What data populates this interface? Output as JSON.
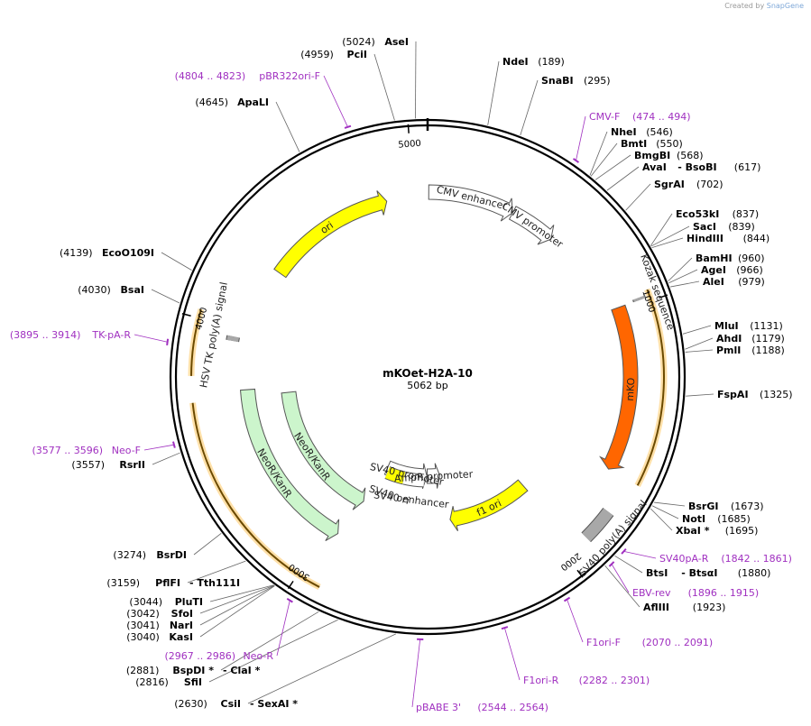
{
  "credit": {
    "prefix": "Created by",
    "brand": "SnapGene"
  },
  "map": {
    "name": "mKOet-H2A-10",
    "size": "5062 bp",
    "length": 5062,
    "ticks": [
      "1000",
      "2000",
      "3000",
      "4000",
      "5000"
    ]
  },
  "features": [
    {
      "label": "CMV enhancer",
      "from": 5,
      "to": 384,
      "dir": 1,
      "color": "#ffffff"
    },
    {
      "label": "CMV promoter",
      "from": 385,
      "to": 588,
      "dir": 1,
      "color": "#ffffff"
    },
    {
      "label": "Kozak sequence",
      "from": 976,
      "to": 985,
      "dir": 0,
      "color": "#a8a8a8"
    },
    {
      "label": "mKO",
      "from": 984,
      "to": 1645,
      "dir": 1,
      "color": "#ff6600"
    },
    {
      "label": "SV40 poly(A) signal",
      "from": 1782,
      "to": 1903,
      "dir": 0,
      "color": "#a8a8a8"
    },
    {
      "label": "f1 ori",
      "from": 1950,
      "to": 2405,
      "dir": 1,
      "color": "#ffff00"
    },
    {
      "label": "AmpR promoter",
      "from": 2432,
      "to": 2535,
      "dir": -1,
      "color": "#ffffff"
    },
    {
      "label": "SV40 promoter",
      "from": 2537,
      "to": 2866,
      "dir": -1,
      "color": "#ffffff"
    },
    {
      "label": "SV40 ori",
      "from": 2717,
      "to": 2852,
      "dir": 0,
      "color": "#ffff00"
    },
    {
      "label": "SV40 enhancer",
      "from": 2560,
      "to": 2715,
      "dir": 0,
      "color": "#ffffff"
    },
    {
      "label": "NeoR/KanR",
      "from": 2914,
      "to": 3708,
      "dir": -1,
      "color": "#ccf5cc"
    },
    {
      "label": "NeoR/KanR",
      "from": 2950,
      "to": 3740,
      "dir": -1,
      "color": "#ccf5cc"
    },
    {
      "label": "HSV TK poly(A) signal",
      "from": 3944,
      "to": 3962,
      "dir": 0,
      "color": "#a8a8a8"
    },
    {
      "label": "ori",
      "from": 4290,
      "to": 4878,
      "dir": 1,
      "color": "#ffff00"
    }
  ],
  "enzymes": [
    {
      "name": "AseI",
      "pos": "(5024)"
    },
    {
      "name": "PciI",
      "pos": "(4959)"
    },
    {
      "name": "ApaLI",
      "pos": "(4645)"
    },
    {
      "name": "EcoO109I",
      "pos": "(4139)"
    },
    {
      "name": "BsaI",
      "pos": "(4030)"
    },
    {
      "name": "RsrII",
      "pos": "(3557)"
    },
    {
      "name": "BsrDI",
      "pos": "(3274)"
    },
    {
      "name": "PflFI",
      "name2": "Tth111I",
      "pos": "(3159)"
    },
    {
      "name": "PluTI",
      "pos": "(3044)"
    },
    {
      "name": "SfoI",
      "pos": "(3042)"
    },
    {
      "name": "NarI",
      "pos": "(3041)"
    },
    {
      "name": "KasI",
      "pos": "(3040)"
    },
    {
      "name": "BspDI *",
      "name2": "ClaI *",
      "pos": "(2881)"
    },
    {
      "name": "SfiI",
      "pos": "(2816)"
    },
    {
      "name": "CsiI",
      "name2": "SexAI *",
      "pos": "(2630)"
    },
    {
      "name": "NdeI",
      "pos": "(189)"
    },
    {
      "name": "SnaBI",
      "pos": "(295)"
    },
    {
      "name": "NheI",
      "pos": "(546)"
    },
    {
      "name": "BmtI",
      "pos": "(550)"
    },
    {
      "name": "BmgBI",
      "pos": "(568)"
    },
    {
      "name": "AvaI",
      "name2": "BsoBI",
      "pos": "(617)"
    },
    {
      "name": "SgrAI",
      "pos": "(702)"
    },
    {
      "name": "Eco53kI",
      "pos": "(837)"
    },
    {
      "name": "SacI",
      "pos": "(839)"
    },
    {
      "name": "HindIII",
      "pos": "(844)"
    },
    {
      "name": "BamHI",
      "pos": "(960)"
    },
    {
      "name": "AgeI",
      "pos": "(966)"
    },
    {
      "name": "AleI",
      "pos": "(979)"
    },
    {
      "name": "MluI",
      "pos": "(1131)"
    },
    {
      "name": "AhdI",
      "pos": "(1179)"
    },
    {
      "name": "PmlI",
      "pos": "(1188)"
    },
    {
      "name": "FspAI",
      "pos": "(1325)"
    },
    {
      "name": "BsrGI",
      "pos": "(1673)"
    },
    {
      "name": "NotI",
      "pos": "(1685)"
    },
    {
      "name": "XbaI *",
      "pos": "(1695)"
    },
    {
      "name": "BtsI",
      "name2": "BtsαI",
      "pos": "(1880)"
    },
    {
      "name": "AflIII",
      "pos": "(1923)"
    }
  ],
  "primers": [
    {
      "name": "pBR322ori-F",
      "range": "(4804 .. 4823)"
    },
    {
      "name": "TK-pA-R",
      "range": "(3895 .. 3914)"
    },
    {
      "name": "Neo-F",
      "range": "(3577 .. 3596)"
    },
    {
      "name": "Neo-R",
      "range": "(2967 .. 2986)"
    },
    {
      "name": "pBABE 3'",
      "range": "(2544 .. 2564)"
    },
    {
      "name": "F1ori-R",
      "range": "(2282 .. 2301)"
    },
    {
      "name": "F1ori-F",
      "range": "(2070 .. 2091)"
    },
    {
      "name": "EBV-rev",
      "range": "(1896 .. 1915)"
    },
    {
      "name": "SV40pA-R",
      "range": "(1842 .. 1861)"
    },
    {
      "name": "CMV-F",
      "range": "(474 .. 494)"
    }
  ]
}
